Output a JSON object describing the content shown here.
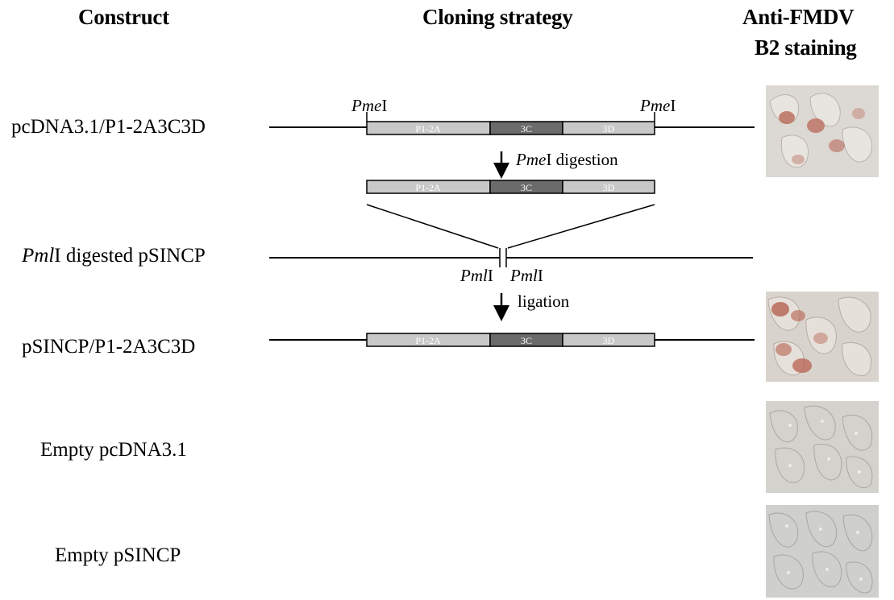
{
  "headers": {
    "construct": "Construct",
    "cloning": "Cloning strategy",
    "staining_line1": "Anti-FMDV",
    "staining_line2": "B2 staining"
  },
  "rows": {
    "r1": "pcDNA3.1/P1-2A3C3D",
    "r2_enzyme": "Pml",
    "r2_rest": "I digested pSINCP",
    "r3": "pSINCP/P1-2A3C3D",
    "r4": "Empty pcDNA3.1",
    "r5": "Empty pSINCP"
  },
  "segments": {
    "p1": "P1-2A",
    "c3": "3C",
    "d3": "3D"
  },
  "annotations": {
    "pme_italic": "Pme",
    "pme_roman": "I",
    "pme_digestion_rest": "I digestion",
    "pml_italic": "Pml",
    "pml_roman": "I",
    "ligation": "ligation"
  },
  "colors": {
    "segment_light": "#c8c8c8",
    "segment_dark": "#6b6b6b",
    "stain_positive": "#b5614f",
    "cell_background": "#cfcfc9"
  },
  "staining": {
    "r1": "positive",
    "r3": "positive",
    "r4": "negative",
    "r5": "negative"
  }
}
